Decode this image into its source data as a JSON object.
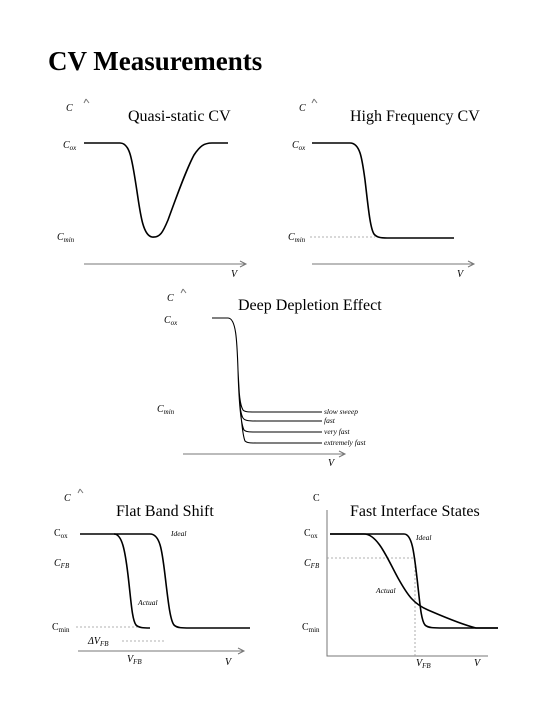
{
  "title": "CV Measurements",
  "panels": {
    "quasi_static": {
      "title": "Quasi-static CV",
      "y_symbol": "C",
      "cox": "C",
      "cox_sub": "ox",
      "cmin": "C",
      "cmin_sub": "min",
      "x_symbol": "V"
    },
    "high_freq": {
      "title": "High Frequency CV",
      "y_symbol": "C",
      "cox": "C",
      "cox_sub": "ox",
      "cmin": "C",
      "cmin_sub": "min",
      "x_symbol": "V"
    },
    "deep_depletion": {
      "title": "Deep Depletion Effect",
      "y_symbol": "C",
      "cox": "C",
      "cox_sub": "ox",
      "cmin": "C",
      "cmin_sub": "min",
      "x_symbol": "V",
      "sweeps": [
        "slow sweep",
        "fast",
        "very fast",
        "extremely fast"
      ]
    },
    "flat_band": {
      "title": "Flat Band Shift",
      "y_symbol": "C",
      "cox": "C",
      "cox_sub": "ox",
      "cfb": "C",
      "cfb_sub": "FB",
      "cmin": "C",
      "cmin_sub": "min",
      "ideal": "Ideal",
      "actual": "Actual",
      "delta": "ΔV",
      "delta_sub": "FB",
      "vfb": "V",
      "vfb_sub": "FB",
      "x_symbol": "V"
    },
    "fast_interface": {
      "title": "Fast Interface States",
      "y_symbol": "C",
      "cox": "C",
      "cox_sub": "ox",
      "cfb": "C",
      "cfb_sub": "FB",
      "cmin": "C",
      "cmin_sub": "min",
      "ideal": "Ideal",
      "actual": "Actual",
      "vfb": "V",
      "vfb_sub": "FB",
      "x_symbol": "V"
    }
  }
}
